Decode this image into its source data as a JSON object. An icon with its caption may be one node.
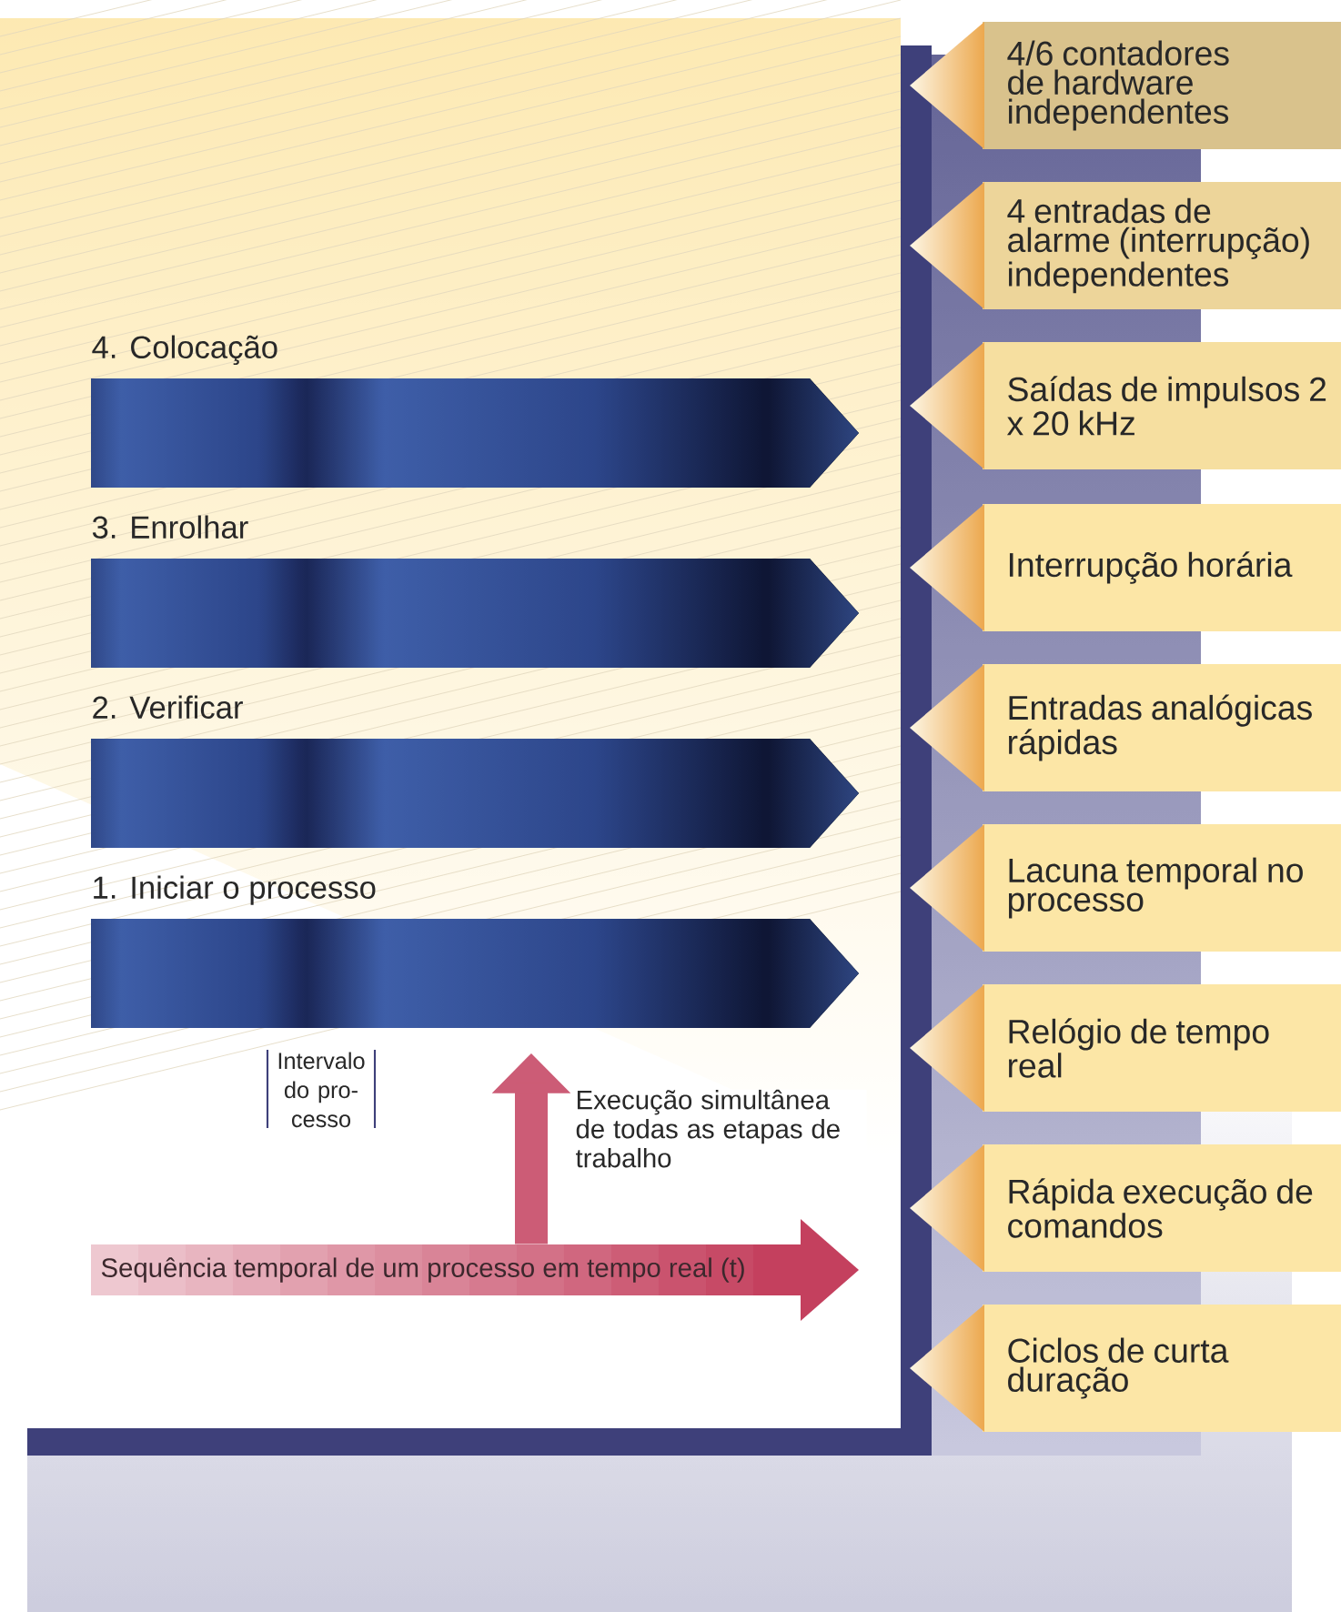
{
  "diagram": {
    "nodes": [
      {
        "text": [
          "4. Colocação"
        ]
      },
      {
        "text": [
          "3. Enrolhar"
        ]
      },
      {
        "text": [
          "2. Verificar"
        ]
      },
      {
        "text": [
          "1. Iniciar o processo"
        ]
      },
      {
        "text": [
          "4/6 contadores de hardware independentes"
        ]
      },
      {
        "text": [
          "4 entradas de alarme (interrupção) independentes"
        ]
      },
      {
        "text": [
          "Saídas de impulsos 2 x 20 kHz"
        ]
      },
      {
        "text": [
          "Interrupção horária"
        ]
      },
      {
        "text": [
          "Entradas analógicas rápidas"
        ]
      },
      {
        "text": [
          "Lacuna temporal no processo"
        ]
      },
      {
        "text": [
          "Relógio de tempo real"
        ]
      },
      {
        "text": [
          "Rápida execução de comandos"
        ]
      },
      {
        "text": [
          "Ciclos de curta duração"
        ]
      },
      {
        "text": [
          "Sequência temporal de um processo em tempo real (t)"
        ]
      }
    ],
    "edges": [
      {
        "from": 13,
        "to": 3,
        "arrow": "to",
        "label": "Execução simultânea de todas as etapas de trabalho"
      }
    ],
    "labels": [
      "Intervalo do pro-cesso"
    ]
  }
}
